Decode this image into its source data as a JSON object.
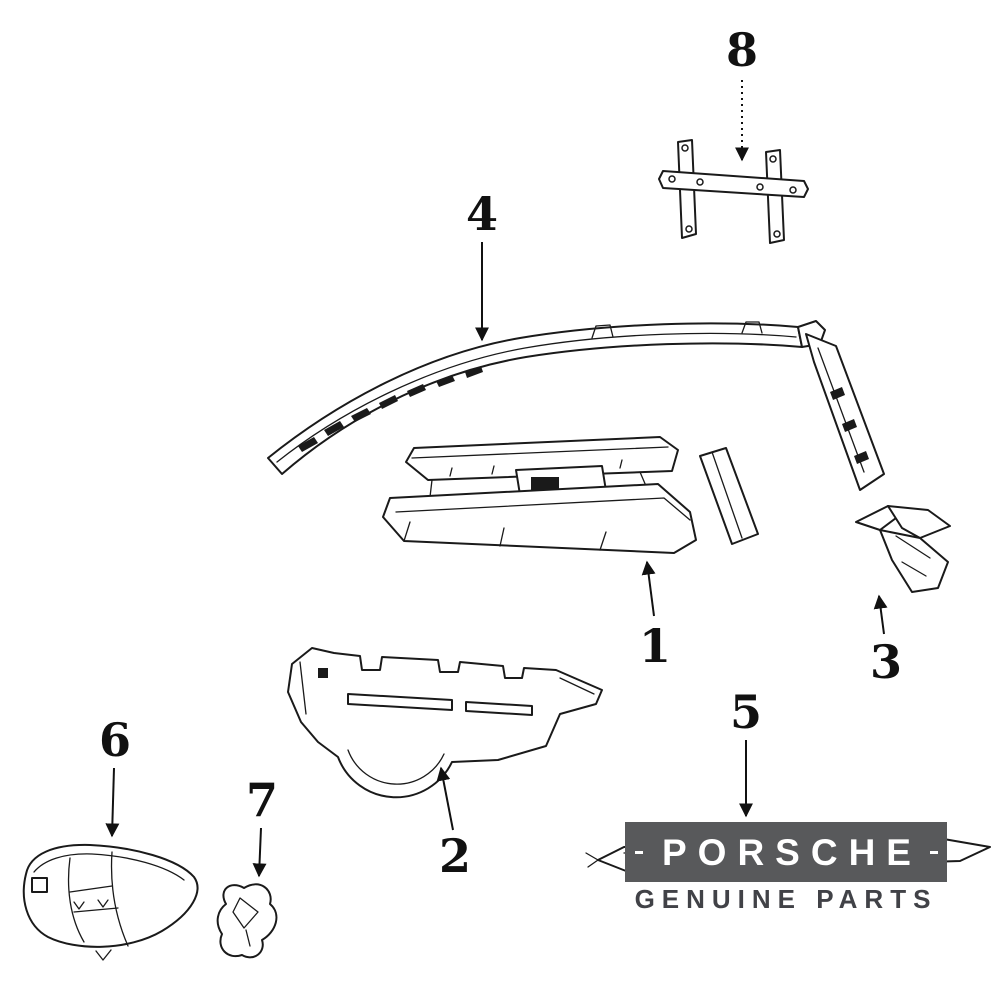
{
  "diagram": {
    "type": "exploded-parts-diagram",
    "callouts": [
      {
        "label": "1"
      },
      {
        "label": "2"
      },
      {
        "label": "3"
      },
      {
        "label": "4"
      },
      {
        "label": "5"
      },
      {
        "label": "6"
      },
      {
        "label": "7"
      },
      {
        "label": "8"
      }
    ]
  },
  "brand": {
    "name": "PORSCHE",
    "tagline": "GENUINE PARTS",
    "box_color": "#58595b",
    "name_color": "#ffffff",
    "tagline_color": "#414247"
  },
  "colors": {
    "line": "#1a1a1a",
    "background": "#ffffff"
  }
}
